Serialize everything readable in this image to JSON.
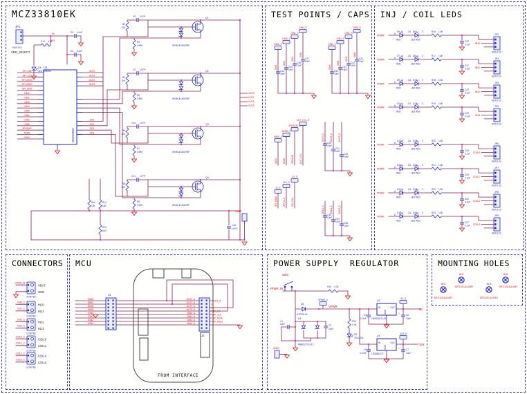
{
  "colors": {
    "wire": "#8a1f4f",
    "part": "#2121cc",
    "label": "#e60000",
    "junction": "#d400d4",
    "border": "#3c3cd0"
  },
  "main": {
    "title": "MCZ33810EK",
    "jp1": {
      "ref": "JP1",
      "part": "HDR 1X3",
      "caption": "VDD_SELECT",
      "net_top": "5V",
      "net_bot": "3V3"
    },
    "c2": {
      "ref": "C2",
      "value": "0.1uF"
    },
    "c4": {
      "ref": "C4",
      "value": "0.1uF"
    },
    "r14": {
      "ref": "R14",
      "value": "4.7K"
    },
    "d4": {
      "ref": "D4",
      "part": "LED GREEN"
    },
    "u1": {
      "ref": "U1",
      "part": "MCZ33810",
      "left": [
        "SPI_CS#",
        "SPI_CLK",
        "SPI_MOSI",
        "SPI_MISO",
        "SPI_GND",
        "DIN0",
        "DIN1",
        "DIN2",
        "DIN3",
        "GIN0",
        "GIN1",
        "GIN2",
        "GIN3",
        "SPKDUR",
        "NOMI",
        "MAXI"
      ],
      "right_top": [
        "OUT0",
        "OUT1",
        "OUT2",
        "OUT3"
      ],
      "right_gd": [
        "GD0",
        "GD1",
        "GD2",
        "GD3"
      ]
    },
    "drivers": [
      {
        "c": "C8",
        "cv": "10 PF",
        "r": "R2",
        "rv": "10K",
        "rd": "R3",
        "rdv": "4.99K",
        "q": "Q1",
        "part": "IRGB14C40LPBF"
      },
      {
        "c": "C9",
        "cv": "10 PF",
        "r": "R4",
        "rv": "10K",
        "rd": "R5",
        "rdv": "4.99K",
        "q": "Q2",
        "part": "IRGB14C40LPBF"
      },
      {
        "c": "C10",
        "cv": "10 PF",
        "r": "R6",
        "rv": "10K",
        "rd": "R7",
        "rdv": "4.99K",
        "q": "Q3",
        "part": "IRGB14C40LPBF"
      },
      {
        "c": "C11",
        "cv": "10 PF",
        "r": "R8",
        "rv": "10K",
        "rd": "R9",
        "rdv": "4.99K",
        "q": "Q4",
        "part": "IRGB14C40LPBF"
      }
    ],
    "right_nets": [
      "OUT0",
      "OUT1",
      "OUT2",
      "OUT3"
    ],
    "bottom": {
      "r12": "R12",
      "r12v": "10K",
      "r13": "R13",
      "r13v": "10K",
      "r15": "R15",
      "r15v": "51R",
      "c16": "C16",
      "c16v": "10 PF",
      "gnd2": "GND2"
    }
  },
  "testpoints": {
    "title": "TEST POINTS / CAPS",
    "a": {
      "tags": [
        "DIN0_S",
        "DIN1_S",
        "DIN2_S",
        "DIN3_S"
      ],
      "nets": [
        "DIN0",
        "DIN1",
        "DIN2",
        "DIN3"
      ],
      "caps": [
        "C47",
        "C46",
        "C45",
        "C44"
      ],
      "capv": "10nF"
    },
    "b": {
      "tags": [
        "GIN0_S",
        "GIN1_S",
        "GIN2_S",
        "GIN3_S"
      ],
      "nets": [
        "GIN0",
        "GIN1",
        "GIN2",
        "GIN3"
      ],
      "caps": [
        "C43",
        "C42",
        "C41",
        "C40"
      ],
      "capv": "10nF"
    },
    "c": {
      "tags": [
        "OUT_CYL_S",
        "SPKDUR_S",
        "NOMI_S",
        "MAXI_S"
      ],
      "nets": [
        "OUT_CYL",
        "SPKDUR",
        "NOMI",
        "MAXI"
      ]
    },
    "d": {
      "nets": [
        "OUT0_C",
        "OUT1_C",
        "OUT2_C"
      ],
      "caps": [
        "C30",
        "C31",
        "C32"
      ],
      "capv": "10nF"
    },
    "e": {
      "tags": [
        "CS_S",
        "CLK_S",
        "SI_S"
      ],
      "nets": [
        "SPI_CS#",
        "SPI_CLK",
        "SPI_MOSI"
      ]
    },
    "f": {
      "nets": [
        "COIL0_C",
        "COIL1_C",
        "COIL2_C"
      ],
      "caps": [
        "C33",
        "C34",
        "C35"
      ],
      "capv": "10nF"
    }
  },
  "injcoil": {
    "title": "INJ / COIL LEDS",
    "pins": {
      "a": "A",
      "ca": "CA",
      "c": "C"
    },
    "rows": [
      {
        "net": "VPWR",
        "d1": "D5",
        "d1p": "RED",
        "d2": "D6",
        "d2p": "LED RED",
        "r": "R16",
        "rv": "1.8K",
        "c": "C20",
        "cv": "0.1uF",
        "out": "INJ0",
        "jp": "JP2",
        "jpp": "HDR 1X3"
      },
      {
        "net": "VPWR",
        "d1": "D7",
        "d1p": "RED",
        "d2": "D8",
        "d2p": "LED RED",
        "r": "R17",
        "rv": "1.8K",
        "c": "C21",
        "cv": "0.1uF",
        "out": "INJ1",
        "jp": "JP3",
        "jpp": "HDR 1X3"
      },
      {
        "net": "VPWR",
        "d1": "D9",
        "d1p": "RED",
        "d2": "D10",
        "d2p": "LED RED",
        "r": "R18",
        "rv": "1.8K",
        "c": "C22",
        "cv": "0.1uF",
        "out": "INJ2",
        "jp": "JP4",
        "jpp": "HDR 1X3"
      },
      {
        "net": "VPWR",
        "d1": "D11",
        "d1p": "RED",
        "d2": "D12",
        "d2p": "LED RED",
        "r": "R19",
        "rv": "1.8K",
        "c": "C23",
        "cv": "0.1uF",
        "out": "INJ3",
        "jp": "JP5",
        "jpp": "HDR 1X3"
      },
      {
        "net": "VPWR",
        "d1": "D13",
        "d1p": "RED",
        "d2": "D14",
        "d2p": "LED RED",
        "r": "R20",
        "rv": "1.8K",
        "c": "C24",
        "cv": "0.1uF",
        "out": "COIL0",
        "jp": "JP6",
        "jpp": "HDR 1X3"
      },
      {
        "net": "VPWR",
        "d1": "D15",
        "d1p": "RED",
        "d2": "D16",
        "d2p": "LED RED",
        "r": "R21",
        "rv": "1.8K",
        "c": "C25",
        "cv": "0.1uF",
        "out": "COIL1",
        "jp": "JP7",
        "jpp": "HDR 1X3"
      },
      {
        "net": "VPWR",
        "d1": "D17",
        "d1p": "RED",
        "d2": "D18",
        "d2p": "LED RED",
        "r": "R22",
        "rv": "1.8K",
        "c": "C26",
        "cv": "0.1uF",
        "out": "COIL2",
        "jp": "JP8",
        "jpp": "HDR 1X3"
      },
      {
        "net": "VPWR",
        "d1": "D19",
        "d1p": "RED",
        "d2": "D20",
        "d2p": "LED RED",
        "r": "R23",
        "rv": "1.8K",
        "c": "C27",
        "cv": "0.1uF",
        "out": "COIL3",
        "jp": "JP9",
        "jpp": "HDR 1X3"
      }
    ]
  },
  "connectors": {
    "title": "CONNECTORS",
    "blocks": [
      {
        "l1": "VPWR_IN",
        "l2": "",
        "r1": "VBAT",
        "r2": "GND",
        "part": "CON/TB2"
      },
      {
        "l1": "INJ0_C",
        "l2": "INJ1_C",
        "r1": "INJ0",
        "r2": "INJ1",
        "part": "CON/TB2"
      },
      {
        "l1": "INJ2_C",
        "l2": "INJ3_C",
        "r1": "INJ2",
        "r2": "INJ3",
        "part": "CON/TB2"
      },
      {
        "l1": "COIL0_C",
        "l2": "COIL1_C",
        "r1": "COIL0",
        "r2": "COIL1",
        "part": "CON/TB2"
      },
      {
        "l1": "COIL2_C",
        "l2": "COIL3_C",
        "r1": "COIL2",
        "r2": "COIL3",
        "part": "CON/TB2"
      }
    ]
  },
  "mcu": {
    "title": "MCU",
    "caption": "FROM INTERFACE",
    "j1": "J1",
    "j2": "J2",
    "nc": "NC",
    "left_nets": [
      "DIN0",
      "DIN1",
      "DIN2",
      "DIN3",
      "GIN0",
      "GIN1",
      "GIN2",
      "GIN3"
    ],
    "j2_left": [
      "OUT0_A",
      "OUT1_A",
      "OUT2_A",
      "OUT3_A",
      "DIN0_A",
      "DIN1_A",
      "DIN2_A",
      "DIN3_A"
    ],
    "j2_right": [
      "OUT1_A",
      "SPI_CS",
      "SPI_CLK",
      "SPI_MOSI",
      "SPI_MISO"
    ]
  },
  "power": {
    "title": "POWER SUPPLY  REGULATOR",
    "sw": "SW1",
    "vin": "VPWR_IN",
    "r10": "R10",
    "r10v": "1.0K",
    "d2": "D2",
    "d2p": "STPS2L30",
    "tpv": "VPWR_S",
    "vpwr": "VPWR",
    "d1": "D1",
    "d1p": "MMBZ27VCLT1",
    "c1": "C1",
    "c1v": "10nF",
    "c2": "C2",
    "c2v": "10uF",
    "gnd1": "GND1",
    "r12": "R12",
    "r12v": "1.0K",
    "d3": "D3",
    "d3p": "YELLOW",
    "u2": "U2",
    "u2p": "LM2940CTLA3",
    "u3": "U3",
    "u3p": "LP2985COT",
    "pin_in": "IN",
    "pin_out": "OUT",
    "pin_gnd": "GND",
    "c3": "C3",
    "c3v": "0.47uF",
    "c6": "C6",
    "c6v": "10uF",
    "c5": "C5",
    "c5v": "0.47uF",
    "c7": "C7",
    "c7v": "10uF",
    "tp5": "5V_S",
    "n5": "5V",
    "tp3": "3V3_S",
    "n3": "3V3",
    "plus": "+"
  },
  "mounting": {
    "title": "MOUNTING HOLES",
    "holes": [
      {
        "ref": "MH1",
        "part": "MTG125-ALLMNT"
      },
      {
        "ref": "MH2",
        "part": "MTG125-ALLMNT"
      },
      {
        "ref": "MH3",
        "part": "MTG125-ALLMNT"
      },
      {
        "ref": "MH4",
        "part": "MTG125-ALLMNT"
      }
    ]
  }
}
